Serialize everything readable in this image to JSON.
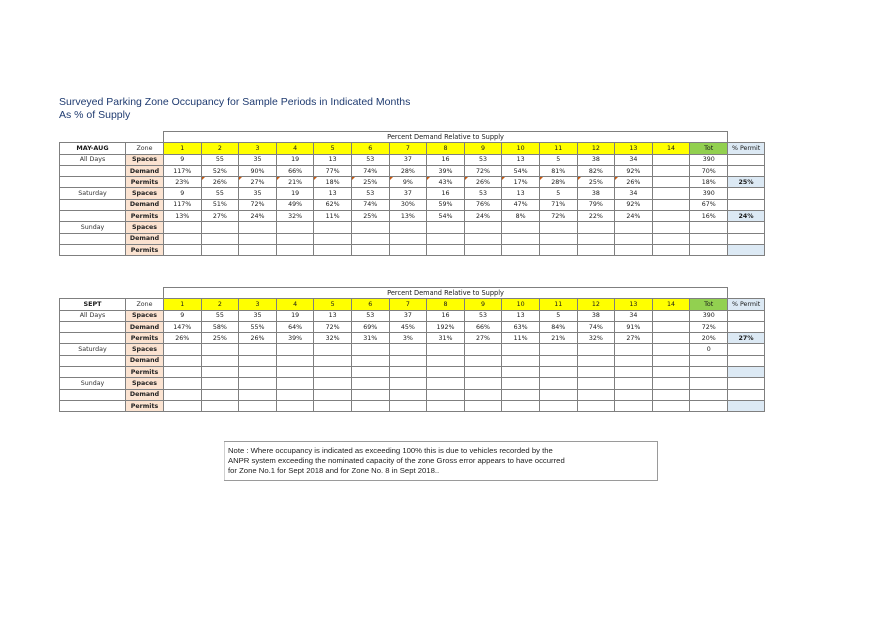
{
  "document": {
    "title_line1": "Surveyed Parking Zone Occupancy for Sample Periods in Indicated Months",
    "title_line2": "As % of Supply"
  },
  "zones": [
    "1",
    "2",
    "3",
    "4",
    "5",
    "6",
    "7",
    "8",
    "9",
    "10",
    "11",
    "12",
    "13",
    "14",
    "Tot"
  ],
  "tables": [
    {
      "header_title": "Percent Demand Relative to Supply",
      "period": "MAY-AUG",
      "zone_label": "Zone",
      "permit_header": "% Permit",
      "groups": [
        {
          "label": "All Days",
          "rows": [
            {
              "label": "Spaces",
              "cells": [
                "9",
                "55",
                "35",
                "19",
                "13",
                "53",
                "37",
                "16",
                "53",
                "13",
                "5",
                "38",
                "34",
                "",
                "390"
              ],
              "permit": ""
            },
            {
              "label": "Demand",
              "cells": [
                "117%",
                "52%",
                "90%",
                "66%",
                "77%",
                "74%",
                "28%",
                "39%",
                "72%",
                "54%",
                "81%",
                "82%",
                "92%",
                "",
                "70%"
              ],
              "permit": ""
            },
            {
              "label": "Permits",
              "cells": [
                "23%",
                "26%",
                "27%",
                "21%",
                "18%",
                "25%",
                "9%",
                "43%",
                "26%",
                "17%",
                "28%",
                "25%",
                "26%",
                "",
                "18%"
              ],
              "permit": "25%"
            }
          ]
        },
        {
          "label": "Saturday",
          "rows": [
            {
              "label": "Spaces",
              "cells": [
                "9",
                "55",
                "35",
                "19",
                "13",
                "53",
                "37",
                "16",
                "53",
                "13",
                "5",
                "38",
                "34",
                "",
                "390"
              ],
              "permit": ""
            },
            {
              "label": "Demand",
              "cells": [
                "117%",
                "51%",
                "72%",
                "49%",
                "62%",
                "74%",
                "30%",
                "59%",
                "76%",
                "47%",
                "71%",
                "79%",
                "92%",
                "",
                "67%"
              ],
              "permit": ""
            },
            {
              "label": "Permits",
              "cells": [
                "13%",
                "27%",
                "24%",
                "32%",
                "11%",
                "25%",
                "13%",
                "54%",
                "24%",
                "8%",
                "72%",
                "22%",
                "24%",
                "",
                "16%"
              ],
              "permit": "24%"
            }
          ]
        },
        {
          "label": "Sunday",
          "rows": [
            {
              "label": "Spaces",
              "cells": [
                "",
                "",
                "",
                "",
                "",
                "",
                "",
                "",
                "",
                "",
                "",
                "",
                "",
                "",
                ""
              ],
              "permit": ""
            },
            {
              "label": "Demand",
              "cells": [
                "",
                "",
                "",
                "",
                "",
                "",
                "",
                "",
                "",
                "",
                "",
                "",
                "",
                "",
                ""
              ],
              "permit": ""
            },
            {
              "label": "Permits",
              "cells": [
                "",
                "",
                "",
                "",
                "",
                "",
                "",
                "",
                "",
                "",
                "",
                "",
                "",
                "",
                ""
              ],
              "permit": ""
            }
          ]
        }
      ]
    },
    {
      "header_title": "Percent Demand Relative to Supply",
      "period": "SEPT",
      "zone_label": "Zone",
      "permit_header": "% Permit",
      "groups": [
        {
          "label": "All Days",
          "rows": [
            {
              "label": "Spaces",
              "cells": [
                "9",
                "55",
                "35",
                "19",
                "13",
                "53",
                "37",
                "16",
                "53",
                "13",
                "5",
                "38",
                "34",
                "",
                "390"
              ],
              "permit": ""
            },
            {
              "label": "Demand",
              "cells": [
                "147%",
                "58%",
                "55%",
                "64%",
                "72%",
                "69%",
                "45%",
                "192%",
                "66%",
                "63%",
                "84%",
                "74%",
                "91%",
                "",
                "72%"
              ],
              "permit": ""
            },
            {
              "label": "Permits",
              "cells": [
                "26%",
                "25%",
                "26%",
                "39%",
                "32%",
                "31%",
                "3%",
                "31%",
                "27%",
                "11%",
                "21%",
                "32%",
                "27%",
                "",
                "20%"
              ],
              "permit": "27%"
            }
          ]
        },
        {
          "label": "Saturday",
          "rows": [
            {
              "label": "Spaces",
              "cells": [
                "",
                "",
                "",
                "",
                "",
                "",
                "",
                "",
                "",
                "",
                "",
                "",
                "",
                "",
                "0"
              ],
              "permit": ""
            },
            {
              "label": "Demand",
              "cells": [
                "",
                "",
                "",
                "",
                "",
                "",
                "",
                "",
                "",
                "",
                "",
                "",
                "",
                "",
                ""
              ],
              "permit": ""
            },
            {
              "label": "Permits",
              "cells": [
                "",
                "",
                "",
                "",
                "",
                "",
                "",
                "",
                "",
                "",
                "",
                "",
                "",
                "",
                ""
              ],
              "permit": ""
            }
          ]
        },
        {
          "label": "Sunday",
          "rows": [
            {
              "label": "Spaces",
              "cells": [
                "",
                "",
                "",
                "",
                "",
                "",
                "",
                "",
                "",
                "",
                "",
                "",
                "",
                "",
                ""
              ],
              "permit": ""
            },
            {
              "label": "Demand",
              "cells": [
                "",
                "",
                "",
                "",
                "",
                "",
                "",
                "",
                "",
                "",
                "",
                "",
                "",
                "",
                ""
              ],
              "permit": ""
            },
            {
              "label": "Permits",
              "cells": [
                "",
                "",
                "",
                "",
                "",
                "",
                "",
                "",
                "",
                "",
                "",
                "",
                "",
                "",
                ""
              ],
              "permit": ""
            }
          ]
        }
      ]
    }
  ],
  "note": {
    "line1": "Note : Where occupancy is indicated as exceeding 100% this is due to vehicles recorded by the",
    "line2": "ANPR system exceeding the nominated capacity of the zone  Gross error appears to have occurred",
    "line3": "for Zone No.1 for Sept 2018 and for Zone No. 8 in Sept 2018.."
  },
  "colors": {
    "zone_header": "#ffff00",
    "total_header": "#92d050",
    "row_label_fill": "#fbe3d1",
    "permit_fill": "#dce9f4",
    "title_text": "#1f3b70"
  }
}
